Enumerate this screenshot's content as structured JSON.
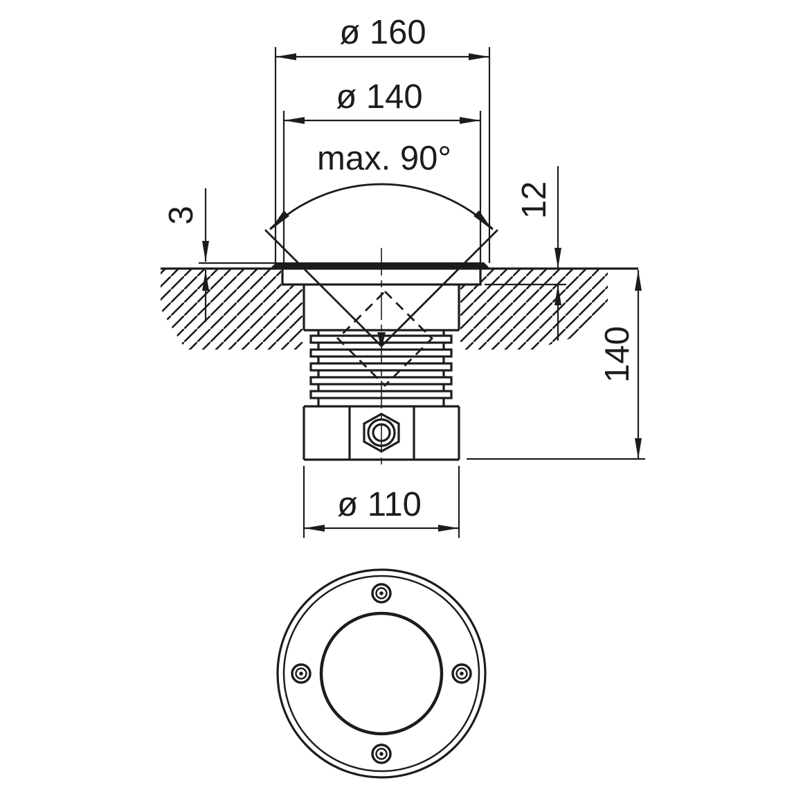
{
  "drawing": {
    "title": "recessed-ground-luminaire-dimension-drawing",
    "labels": {
      "outer_diameter": "ø 160",
      "flange_diameter": "ø 140",
      "max_tilt": "max. 90°",
      "protrusion": "3",
      "flange_recess": "12",
      "install_depth": "140",
      "body_diameter": "ø 110"
    },
    "colors": {
      "ink": "#1c1c1c",
      "background": "#ffffff"
    }
  }
}
